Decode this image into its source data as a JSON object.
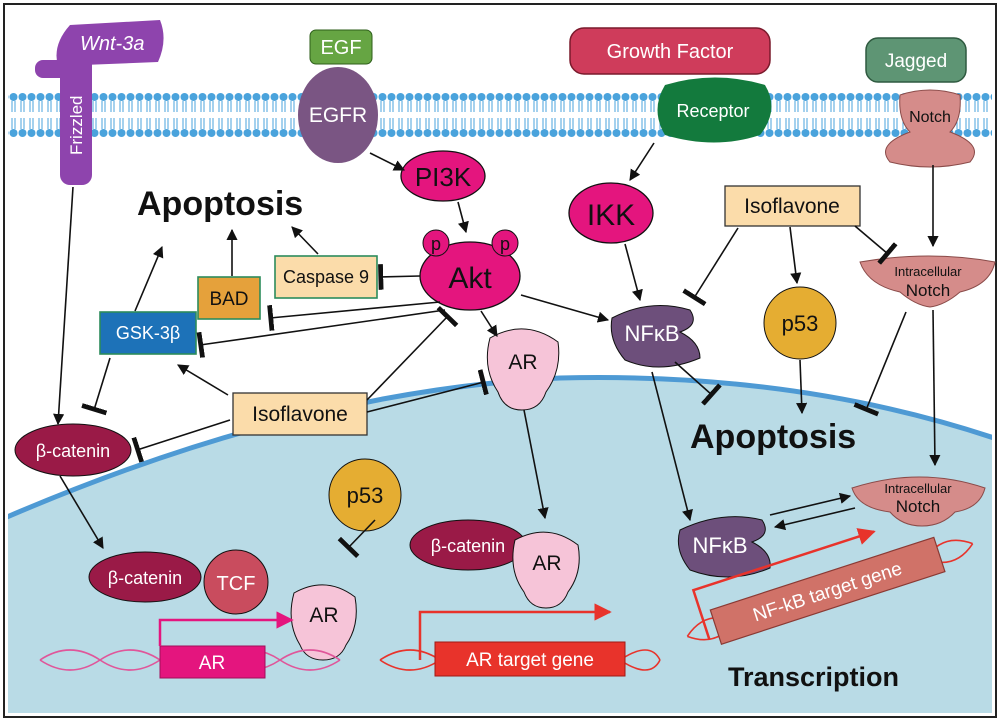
{
  "labels": {
    "wnt3a": "Wnt-3a",
    "frizzled": "Frizzled",
    "egf": "EGF",
    "egfr": "EGFR",
    "growth_factor": "Growth Factor",
    "receptor": "Receptor",
    "jagged": "Jagged",
    "notch": "Notch",
    "pi3k": "PI3K",
    "akt": "Akt",
    "p": "p",
    "ikk": "IKK",
    "isoflavone_top": "Isoflavone",
    "isoflavone_mid": "Isoflavone",
    "intracellular": "Intracellular",
    "notch_word": "Notch",
    "apoptosis_left": "Apoptosis",
    "apoptosis_right": "Apoptosis",
    "caspase9": "Caspase 9",
    "bad": "BAD",
    "gsk3b": "GSK-3β",
    "nfkb": "NFκB",
    "p53": "p53",
    "ar": "AR",
    "bcatenin": "β-catenin",
    "tcf": "TCF",
    "ar_gene": "AR",
    "ar_target_gene": "AR target gene",
    "nfkb_target_gene": "NF-kB target gene",
    "transcription": "Transcription"
  },
  "colors": {
    "membrane": "#4aa3dc",
    "nucleus_fill": "#b9dbe6",
    "nucleus_edge": "#4e9ad4",
    "purple": "#8e44ad",
    "egfr": "#7a5583",
    "egf": "#66a543",
    "growth_factor": "#cf3c5b",
    "receptor": "#137a3d",
    "notch": "#d58c8a",
    "jagged": "#5e9574",
    "magenta": "#e4157e",
    "tan": "#fbdcaa",
    "orange": "#e5a13b",
    "blue_box": "#1d72b8",
    "nfkb": "#6d4f7b",
    "p53": "#e5ad32",
    "ar": "#f6c4d8",
    "bcatenin": "#9a1a47",
    "tcf": "#c94c5e",
    "red": "#e8332b",
    "pink_dna": "#e0569a"
  }
}
